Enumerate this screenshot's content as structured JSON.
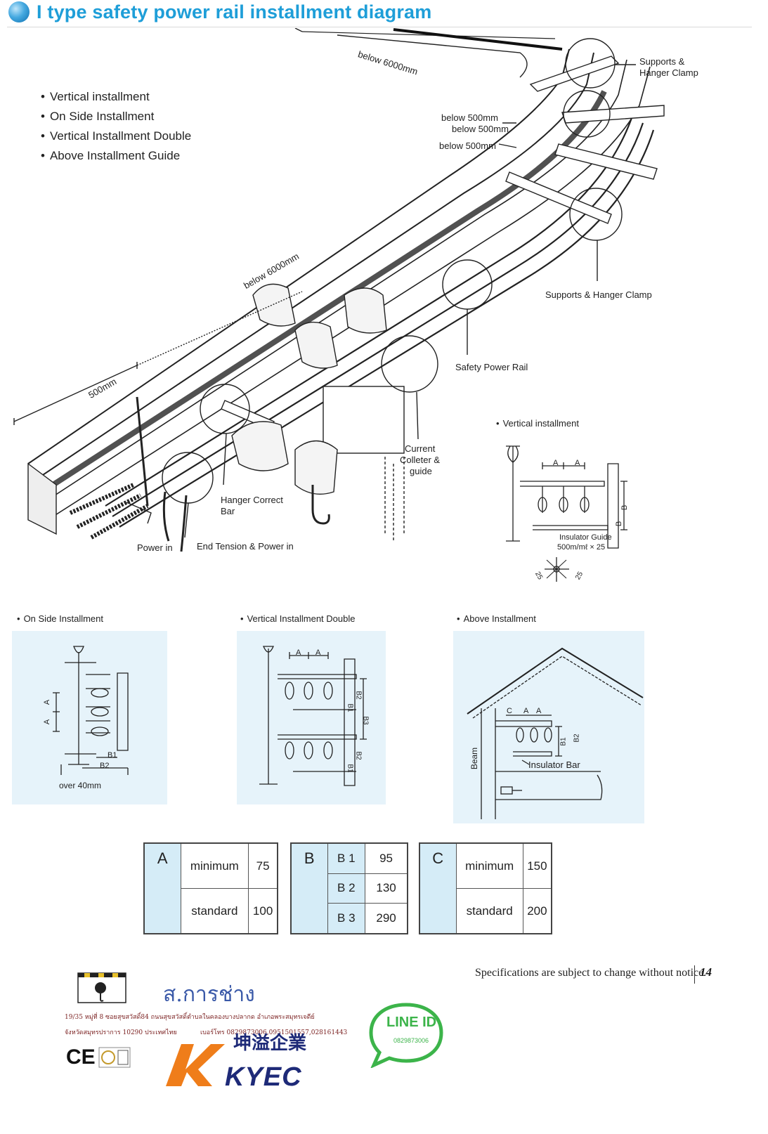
{
  "header": {
    "title": "I type safety power rail installment diagram"
  },
  "install_types": [
    "Vertical installment",
    "On Side Installment",
    "Vertical Installment Double",
    "Above Installment Guide"
  ],
  "main_labels": {
    "below_6000_top": "below 6000mm",
    "below_500_1": "below 500mm",
    "below_500_2": "below 500mm",
    "below_500_3": "below 500mm",
    "supports_top_1": "Supports &",
    "supports_top_2": "Hanger Clamp",
    "below_6000_mid": "below 6000mm",
    "supports_mid": "Supports & Hanger Clamp",
    "safety_rail": "Safety Power Rail",
    "dim_500": "500mm",
    "current_1": "Current",
    "current_2": "Colleter &",
    "current_3": "guide",
    "hanger_1": "Hanger Correct",
    "hanger_2": "Bar",
    "power_in": "Power in",
    "end_tension": "End Tension & Power in"
  },
  "vertical_detail": {
    "title": "Vertical installment",
    "a1": "A",
    "a2": "A",
    "b1": "B",
    "b2": "B",
    "guide_1": "Insulator Guide",
    "guide_2": "500m/mℓ × 25",
    "d1": "25",
    "d2": "25"
  },
  "sections": {
    "on_side": "On Side Installment",
    "double": "Vertical Installment Double",
    "above": "Above Installment"
  },
  "on_side_detail": {
    "a1": "A",
    "a2": "A",
    "b1": "B1",
    "b2": "B2",
    "over": "over 40mm"
  },
  "double_detail": {
    "a1": "A",
    "a2": "A",
    "b1": "B1",
    "b2": "B2",
    "b3": "B3",
    "b1b": "B1",
    "b2b": "B2"
  },
  "above_detail": {
    "c": "C",
    "a1": "A",
    "a2": "A",
    "b1": "B1",
    "b2": "B2",
    "beam": "Beam",
    "bar": "Insulator Bar"
  },
  "tables": {
    "a": {
      "key": "A",
      "rows": [
        [
          "minimum",
          "75"
        ],
        [
          "standard",
          "100"
        ]
      ]
    },
    "b": {
      "key": "B",
      "rows": [
        [
          "B 1",
          "95"
        ],
        [
          "B 2",
          "130"
        ],
        [
          "B 3",
          "290"
        ]
      ]
    },
    "c": {
      "key": "C",
      "rows": [
        [
          "minimum",
          "150"
        ],
        [
          "standard",
          "200"
        ]
      ]
    }
  },
  "footer": {
    "note": "Specifications are subject to change without notice.",
    "page": "14",
    "company": "ส.การช่าง",
    "address_1": "19/35 หมู่ที่ 8 ซอยสุขสวัสดิ์84 ถนนสุขสวัสดิ์ตำบลในคลองบางปลากด อำเภอพระสมุทรเจดีย์",
    "address_2": "จังหวัดสมุทรปราการ 10290 ประเทศไทย",
    "phone": "เบอร์โทร 0829873006,0951501557,028161443",
    "brand": "KYEC",
    "brand_cn": "坤溢企業",
    "ce": "CE",
    "line_id": "LINE ID",
    "line_num": "0829873006"
  }
}
